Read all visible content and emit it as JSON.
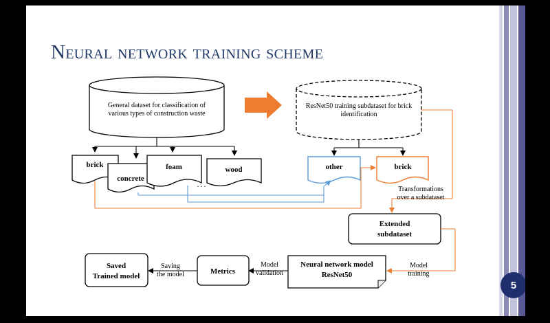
{
  "slide": {
    "title": "Neural network training scheme",
    "page_number": "5"
  },
  "diagram": {
    "general_dataset": [
      "General dataset for classification of",
      "various types of construction waste"
    ],
    "subdataset": [
      "ResNet50 training subdataset for brick",
      "identification"
    ],
    "categories": {
      "brick": "brick",
      "concrete": "concrete",
      "foam": "foam",
      "wood": "wood",
      "ellipsis": ". . ."
    },
    "other": "other",
    "brick_selected": "brick",
    "transformations": [
      "Transformations",
      "over a subdataset"
    ],
    "extended": [
      "Extended",
      "subdataset"
    ],
    "model_training": [
      "Model",
      "training"
    ],
    "network": [
      "Neural network model",
      "ResNet50"
    ],
    "model_validation": [
      "Model",
      "validation"
    ],
    "metrics": "Metrics",
    "saving": [
      "Saving",
      "the model"
    ],
    "saved": [
      "Saved",
      "Trained model"
    ]
  },
  "colors": {
    "title": "#1f3864",
    "orange": "#ed7d31",
    "blue": "#5b9bd5",
    "badge": "#1f2f6e"
  }
}
